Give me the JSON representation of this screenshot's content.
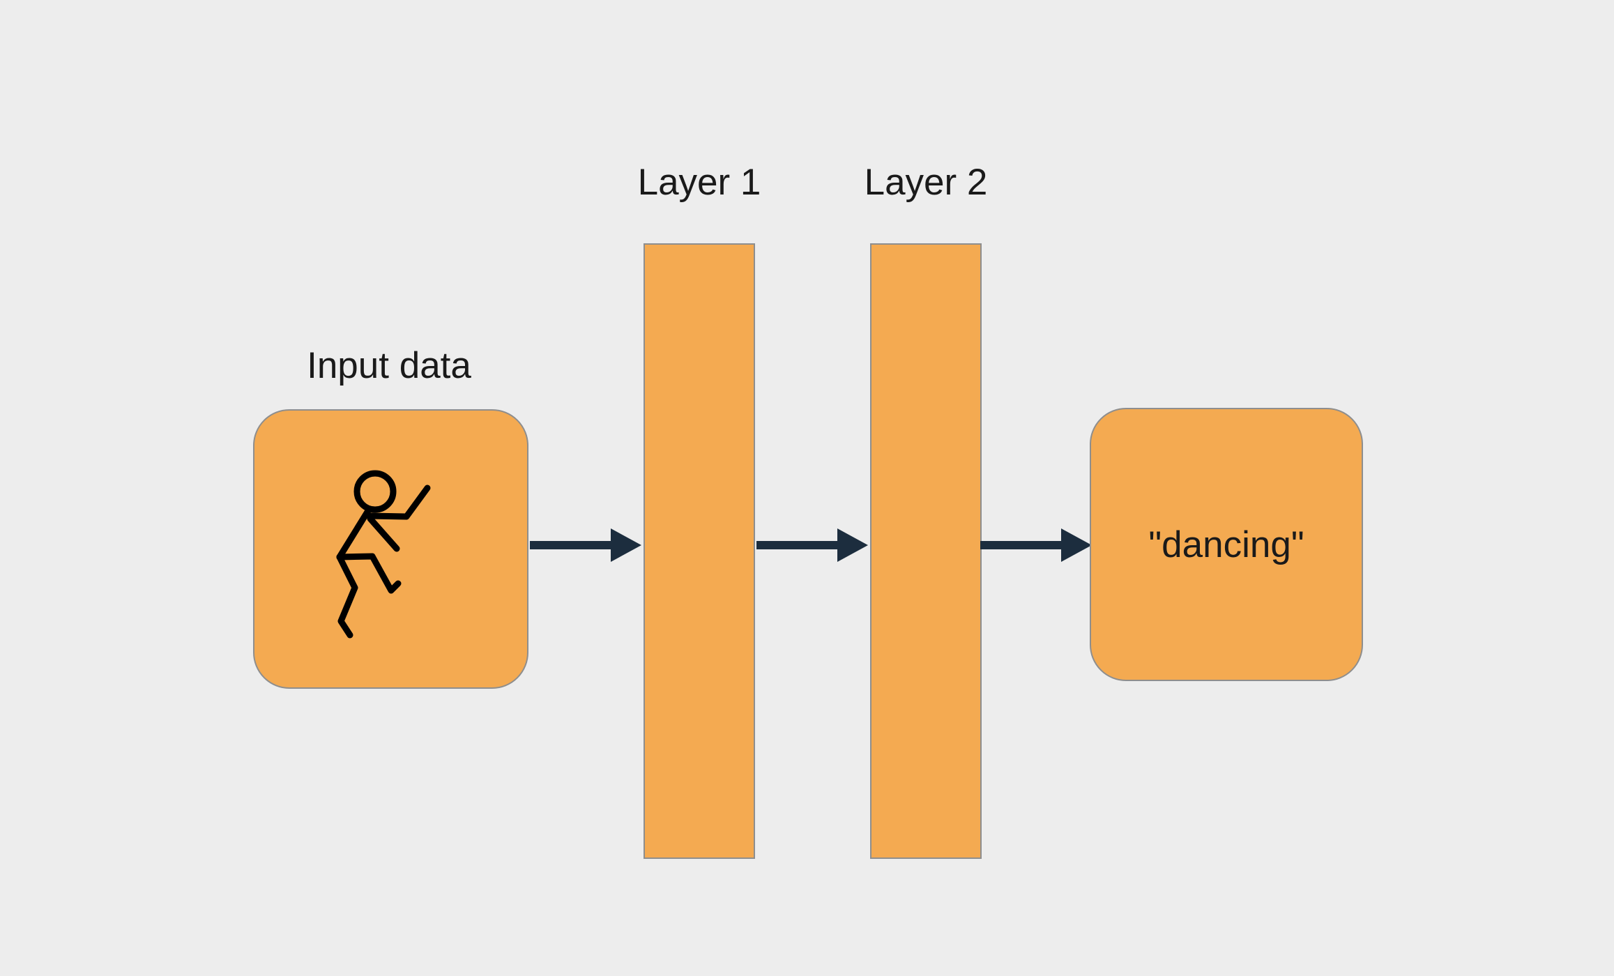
{
  "colors": {
    "background": "#EDEDED",
    "node_fill": "#F4AA51",
    "node_border": "#8E8E8E",
    "arrow": "#1C2D3E",
    "text": "#1A1A1A",
    "figure": "#000000"
  },
  "nodes": {
    "input": {
      "label": "Input data",
      "icon": "dancing-stick-figure-icon"
    },
    "layer1": {
      "label": "Layer 1"
    },
    "layer2": {
      "label": "Layer 2"
    },
    "output": {
      "text": "\"dancing\""
    }
  },
  "arrows": [
    {
      "from": "input",
      "to": "layer1"
    },
    {
      "from": "layer1",
      "to": "layer2"
    },
    {
      "from": "layer2",
      "to": "output"
    }
  ]
}
